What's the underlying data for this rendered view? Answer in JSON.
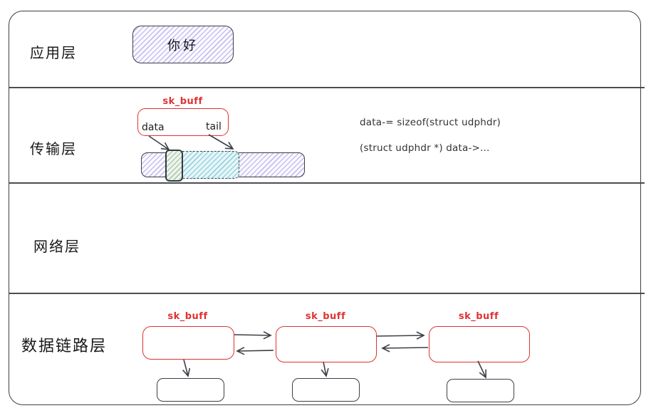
{
  "colors": {
    "accent_red": "#e03131",
    "ink": "#1e1e1e",
    "stroke": "#3b3f45",
    "purple_hatch": "#b3a6ec",
    "cyan_hatch": "#7fcbd8",
    "green_hatch": "#9cc49c"
  },
  "layers": {
    "application": {
      "label": "应用层",
      "message": "你好"
    },
    "transport": {
      "label": "传输层",
      "skbuff": {
        "label": "sk_buff",
        "data_pointer": "data",
        "tail_pointer": "tail"
      },
      "code": [
        "data-= sizeof(struct udphdr)",
        "(struct udphdr *) data->..."
      ]
    },
    "network": {
      "label": "网络层"
    },
    "datalink": {
      "label": "数据链路层",
      "nodes": [
        {
          "label": "sk_buff"
        },
        {
          "label": "sk_buff"
        },
        {
          "label": "sk_buff"
        }
      ]
    }
  }
}
